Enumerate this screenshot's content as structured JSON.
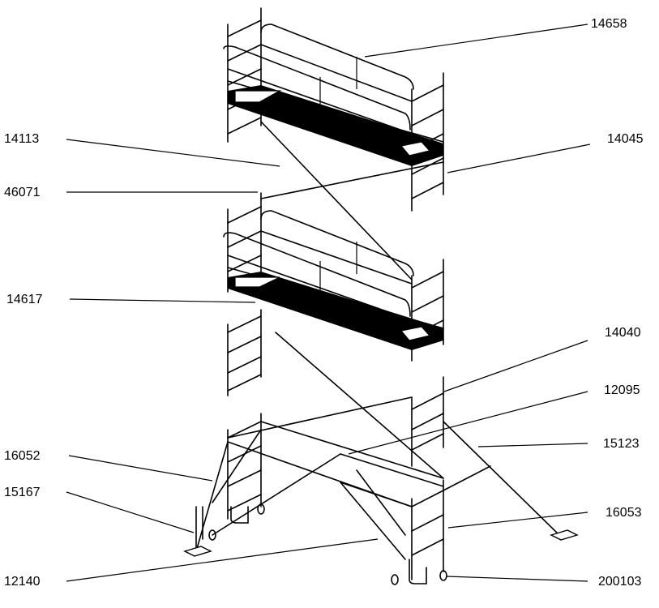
{
  "callouts": [
    {
      "id": "14658",
      "label": "14658"
    },
    {
      "id": "14113",
      "label": "14113"
    },
    {
      "id": "14045",
      "label": "14045"
    },
    {
      "id": "46071",
      "label": "46071"
    },
    {
      "id": "14617",
      "label": "14617"
    },
    {
      "id": "14040",
      "label": "14040"
    },
    {
      "id": "12095",
      "label": "12095"
    },
    {
      "id": "16052",
      "label": "16052"
    },
    {
      "id": "15123",
      "label": "15123"
    },
    {
      "id": "15167",
      "label": "15167"
    },
    {
      "id": "16053",
      "label": "16053"
    },
    {
      "id": "12140",
      "label": "12140"
    },
    {
      "id": "200103",
      "label": "200103"
    }
  ]
}
